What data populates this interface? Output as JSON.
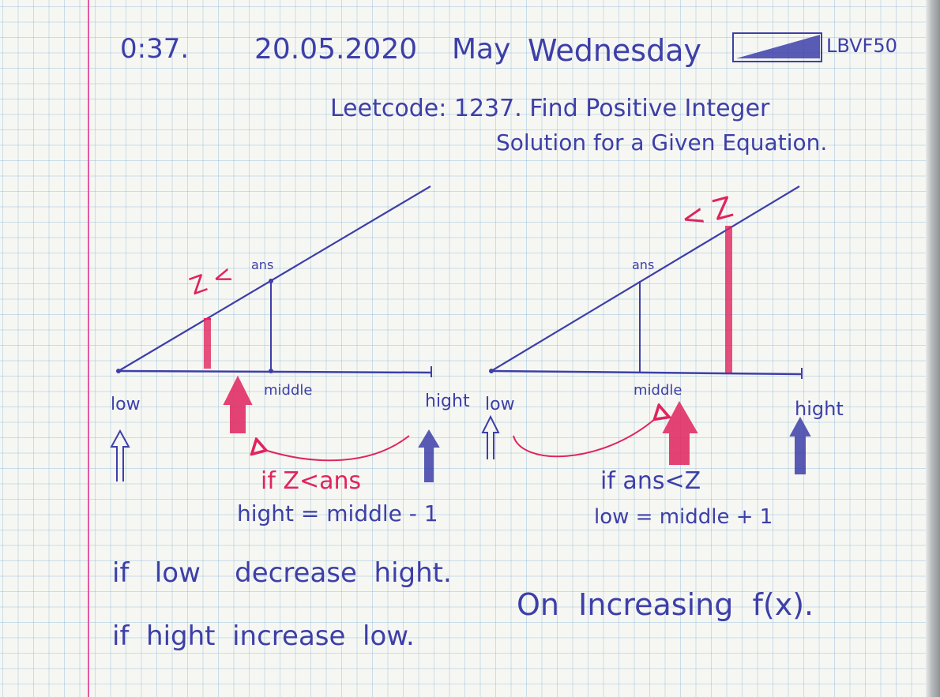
{
  "header": {
    "time": "0:37.",
    "date": "20.05.2020",
    "month": "May",
    "weekday": "Wednesday",
    "logo_text": "LBVF50",
    "problem_line1": "Leetcode: 1237. Find Positive Integer",
    "problem_line2": "Solution  for a Given Equation."
  },
  "diagram_left": {
    "label_ans": "ans",
    "label_z_lt": "Z <",
    "label_low": "low",
    "label_middle": "middle",
    "label_hight": "hight",
    "condition": "if Z<ans",
    "action": "hight = middle - 1"
  },
  "diagram_right": {
    "label_ans": "ans",
    "label_lt_z": "< Z",
    "label_low": "low",
    "label_middle": "middle",
    "label_hight": "hight",
    "condition": "if ans<Z",
    "action": "low = middle + 1"
  },
  "notes": {
    "line1": "if   low    decrease  hight.",
    "line2": "if  hight  increase  low.",
    "side_note": "On  Increasing  f(x)."
  },
  "colors": {
    "ink_blue": "#3d3fa8",
    "ink_red": "#e0245e",
    "margin_pink": "#e35aa0",
    "grid_blue": "#78aad2"
  }
}
